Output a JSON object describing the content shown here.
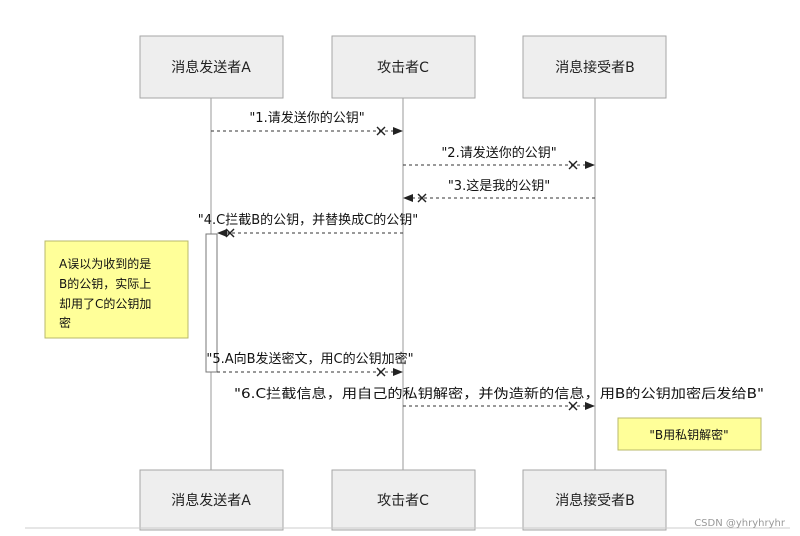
{
  "participants": [
    {
      "id": "A",
      "label": "消息发送者A"
    },
    {
      "id": "C",
      "label": "攻击者C"
    },
    {
      "id": "B",
      "label": "消息接受者B"
    }
  ],
  "messages": [
    {
      "label": "\"1.请发送你的公钥\"",
      "from": "A",
      "to": "C"
    },
    {
      "label": "\"2.请发送你的公钥\"",
      "from": "C",
      "to": "B"
    },
    {
      "label": "\"3.这是我的公钥\"",
      "from": "B",
      "to": "C"
    },
    {
      "label": "\"4.C拦截B的公钥，并替换成C的公钥\"",
      "from": "C",
      "to": "A"
    },
    {
      "label": "\"5.A向B发送密文，用C的公钥加密\"",
      "from": "A",
      "to": "C"
    },
    {
      "label": "\"6.C拦截信息，用自己的私钥解密，并伪造新的信息，用B的公钥加密后发给B\"",
      "from": "C",
      "to": "B"
    }
  ],
  "notes": [
    {
      "lines": [
        "A误以为收到的是",
        "B的公钥，实际上",
        "却用了C的公钥加",
        "密"
      ]
    },
    {
      "lines": [
        "\"B用私钥解密\""
      ]
    }
  ],
  "watermark": "CSDN @yhryhryhr"
}
